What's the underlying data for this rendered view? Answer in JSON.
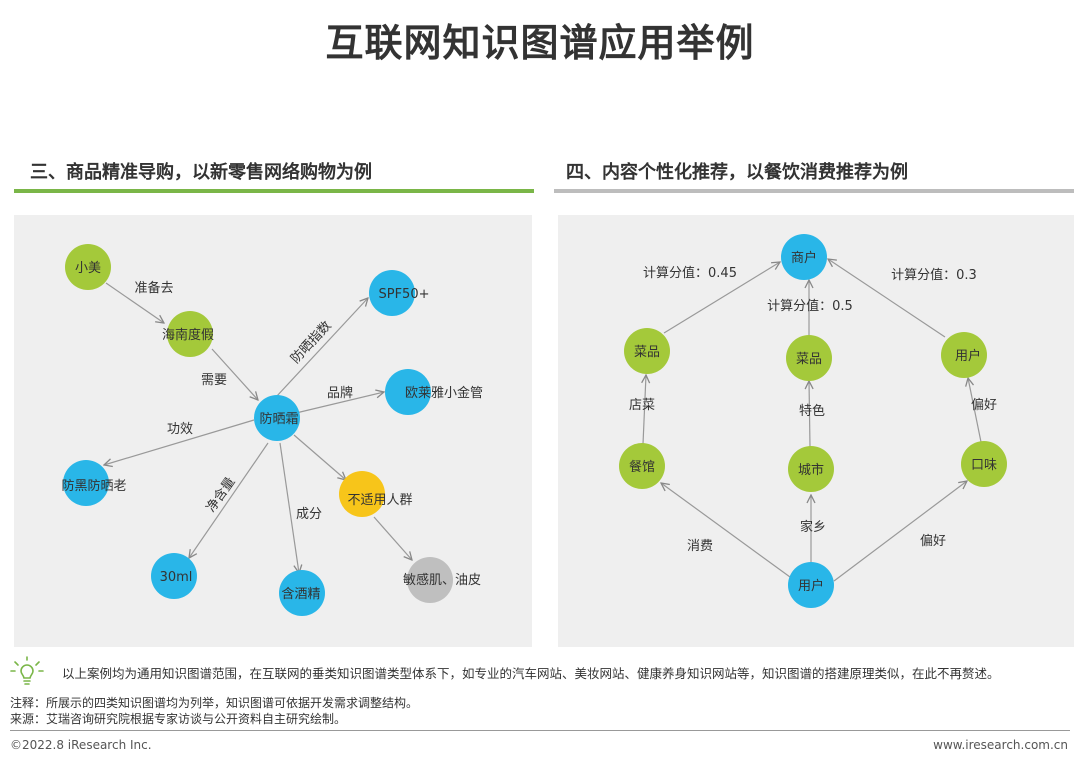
{
  "title": "互联网知识图谱应用举例",
  "left_section": {
    "heading": "三、商品精准导购，以新零售网络购物为例",
    "nodes": {
      "xiaomei": "小美",
      "hainan": "海南度假",
      "fangshai": "防晒霜",
      "spf": "SPF50+",
      "ouleya": "欧莱雅小金管",
      "fanghei": "防黑防晒老",
      "ml30": "30ml",
      "jiujing": "含酒精",
      "bushiyong": "不适用人群",
      "mingan": "敏感肌、油皮"
    },
    "edges": {
      "e1": "准备去",
      "e2": "需要",
      "e3": "防晒指数",
      "e4": "品牌",
      "e5": "功效",
      "e6": "净含量",
      "e7": "成分"
    }
  },
  "right_section": {
    "heading": "四、内容个性化推荐，以餐饮消费推荐为例",
    "nodes": {
      "shanghu": "商户",
      "caipin1": "菜品",
      "caipin2": "菜品",
      "yonghu_top": "用户",
      "canguan": "餐馆",
      "chengshi": "城市",
      "kouwei": "口味",
      "yonghu_bottom": "用户"
    },
    "edges": {
      "score1": "计算分值：0.45",
      "score2": "计算分值：0.5",
      "score3": "计算分值：0.3",
      "dian": "店菜",
      "tese": "特色",
      "pianhao_top": "偏好",
      "xiaofei": "消费",
      "jiaxiang": "家乡",
      "pianhao_bottom": "偏好"
    }
  },
  "note": "以上案例均为通用知识图谱范围，在互联网的垂类知识图谱类型体系下，如专业的汽车网站、美妆网站、健康养身知识网站等，知识图谱的搭建原理类似，在此不再赘述。",
  "footnote": "注释：所展示的四类知识图谱均为列举，知识图谱可依据开发需求调整结构。",
  "source": "来源：艾瑞咨询研究院根据专家访谈与公开资料自主研究绘制。",
  "copyright": "©2022.8 iResearch Inc.",
  "website": "www.iresearch.com.cn",
  "colors": {
    "green_node": "#a4c93a",
    "blue_node": "#29b6e8",
    "yellow_node": "#f7c51a",
    "gray_node": "#bfbfbf",
    "section_accent": "#7ab648"
  }
}
